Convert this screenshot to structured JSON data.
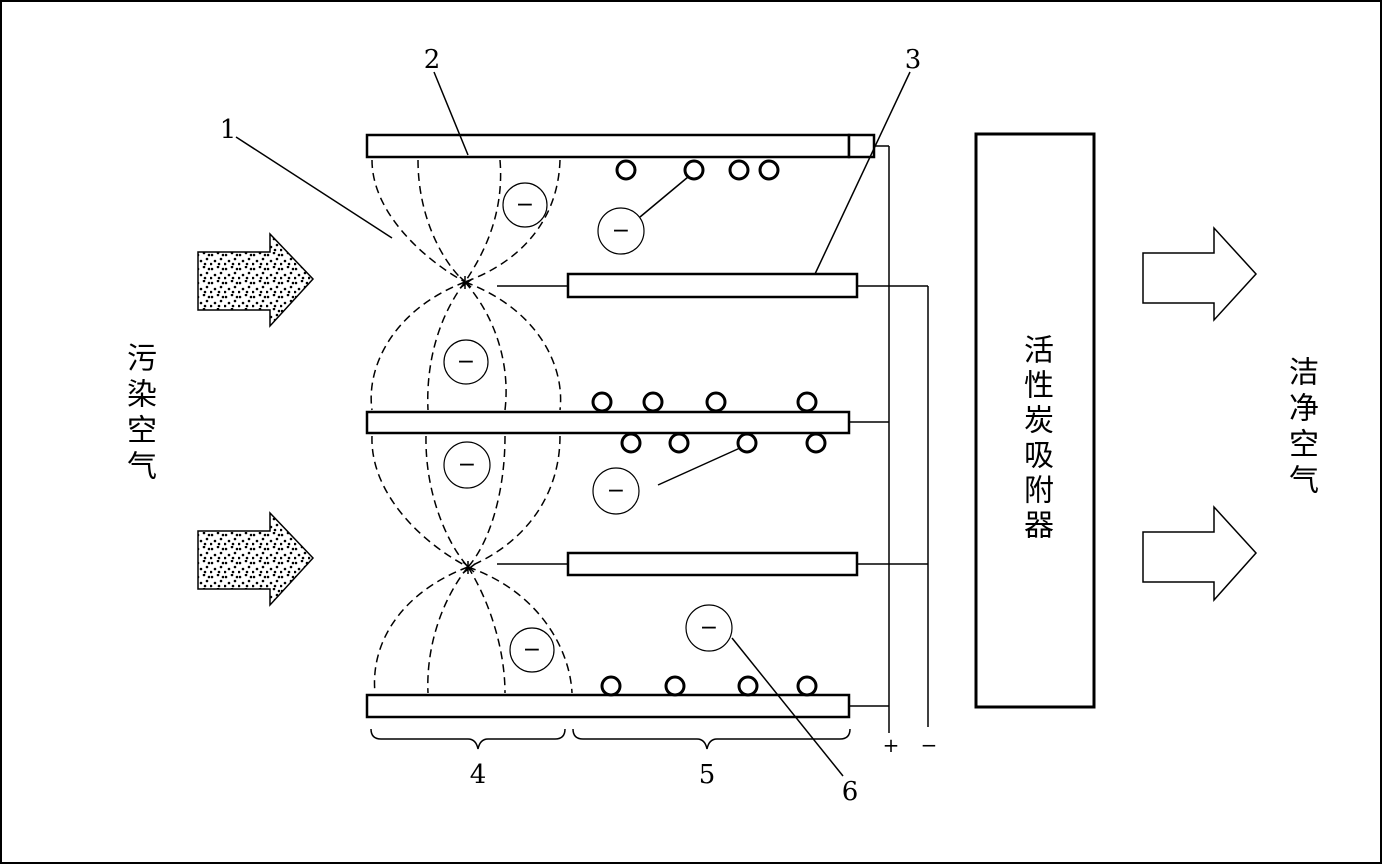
{
  "labels": {
    "n1": "1",
    "n2": "2",
    "n3": "3",
    "n4": "4",
    "n5": "5",
    "n6": "6"
  },
  "inlet_label": "污染空气",
  "outlet_label": "洁净空气",
  "adsorber_label": "活性炭吸附器",
  "polarity": {
    "positive": "+",
    "negative": "−"
  },
  "charge_symbol": "−"
}
